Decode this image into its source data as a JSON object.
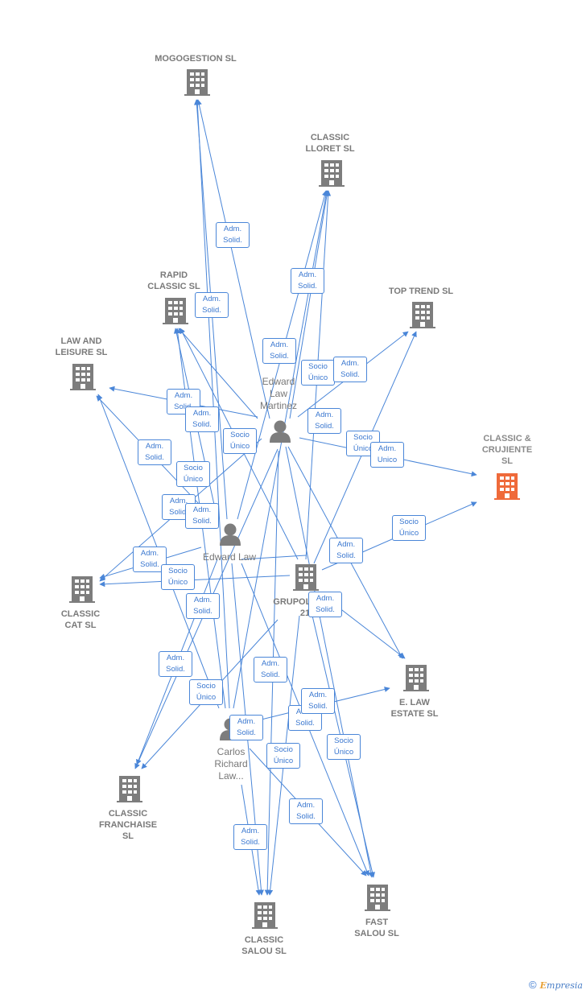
{
  "colors": {
    "edge": "#4a86d8",
    "building": "#7d7d7d",
    "highlight": "#ef6a3a",
    "person": "#7d7d7d"
  },
  "companies": [
    {
      "id": "mogogestion",
      "label": "MOGOGESTION SL",
      "icon": "building-icon"
    },
    {
      "id": "lloret",
      "label": "CLASSIC\nLLORET  SL",
      "icon": "building-icon"
    },
    {
      "id": "toptrend",
      "label": "TOP TREND  SL",
      "icon": "building-icon"
    },
    {
      "id": "rapid",
      "label": "RAPID\nCLASSIC SL",
      "icon": "building-icon"
    },
    {
      "id": "lawleisure",
      "label": "LAW AND\nLEISURE  SL",
      "icon": "building-icon"
    },
    {
      "id": "crujiente",
      "label": "CLASSIC &\nCRUJIENTE\nSL",
      "icon": "building-icon",
      "highlight": true
    },
    {
      "id": "cat",
      "label": "CLASSIC\nCAT  SL",
      "icon": "building-icon"
    },
    {
      "id": "grupolaw",
      "label": "GRUPOLAW  G.\n21",
      "icon": "building-icon"
    },
    {
      "id": "elaw",
      "label": "E.  LAW\nESTATE  SL",
      "icon": "building-icon"
    },
    {
      "id": "franchaise",
      "label": "CLASSIC\nFRANCHAISE\nSL",
      "icon": "building-icon"
    },
    {
      "id": "fastsalou",
      "label": "FAST\nSALOU SL",
      "icon": "building-icon"
    },
    {
      "id": "classicsalou",
      "label": "CLASSIC\nSALOU SL",
      "icon": "building-icon"
    }
  ],
  "people": [
    {
      "id": "edwardmartinez",
      "label": "Edward\nLaw\nMartinez",
      "icon": "person-icon"
    },
    {
      "id": "edwardlaw",
      "label": "Edward Law",
      "icon": "person-icon"
    },
    {
      "id": "carlos",
      "label": "Carlos\nRichard\nLaw...",
      "icon": "person-icon"
    }
  ],
  "edge_labels": [
    {
      "text": "Adm.\nSolid."
    },
    {
      "text": "Adm.\nSolid."
    },
    {
      "text": "Adm.\nSolid."
    },
    {
      "text": "Adm.\nSolid."
    },
    {
      "text": "Socio\nÚnico"
    },
    {
      "text": "Adm.\nSolid."
    },
    {
      "text": "Adm.\nSolid."
    },
    {
      "text": "Adm.\nSolid."
    },
    {
      "text": "Adm.\nSolid."
    },
    {
      "text": "Socio\nÚnico"
    },
    {
      "text": "Adm.\nSolid."
    },
    {
      "text": "Socio\nÚnico"
    },
    {
      "text": "Adm.\nUnico"
    },
    {
      "text": "Socio\nÚnico"
    },
    {
      "text": "Adm.\nSolid."
    },
    {
      "text": "Adm.\nSolid."
    },
    {
      "text": "Socio\nÚnico"
    },
    {
      "text": "Adm.\nSolid."
    },
    {
      "text": "Adm.\nSolid."
    },
    {
      "text": "Socio\nÚnico"
    },
    {
      "text": "Adm.\nSolid."
    },
    {
      "text": "Adm.\nSolid."
    },
    {
      "text": "Adm.\nSolid."
    },
    {
      "text": "Socio\nÚnico"
    },
    {
      "text": "Adm.\nSolid."
    },
    {
      "text": "Adm.\nSolid."
    },
    {
      "text": "Adm.\nSolid."
    },
    {
      "text": "Socio\nÚnico"
    },
    {
      "text": "Socio\nÚnico"
    },
    {
      "text": "Adm.\nSolid."
    },
    {
      "text": "Adm.\nSolid."
    },
    {
      "text": "Adm.\nSolid."
    }
  ],
  "footer": {
    "copyright": "©",
    "brand_first": "E",
    "brand_rest": "mpresia"
  }
}
